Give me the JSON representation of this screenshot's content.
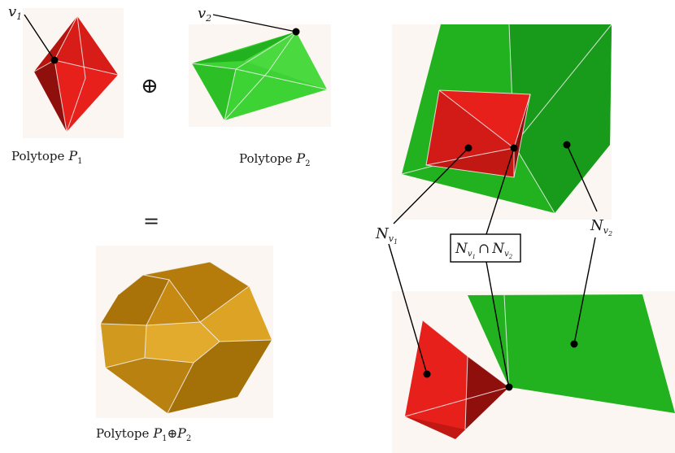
{
  "labels": {
    "v1": "v",
    "v1_sub": "1",
    "v2": "v",
    "v2_sub": "2",
    "oplus": "⊕",
    "equals": "=",
    "poly1_word": "Polytope",
    "poly1_sym": "P",
    "poly1_sub": "1",
    "poly2_word": "Polytope",
    "poly2_sym": "P",
    "poly2_sub": "2",
    "sum_word": "Polytope",
    "sum_sym1": "P",
    "sum_sub1": "1",
    "sum_op": "⊕",
    "sum_sym2": "P",
    "sum_sub2": "2",
    "nv1": "N",
    "nv1_sub": "v",
    "nv1_subsub": "1",
    "nv2": "N",
    "nv2_sub": "v",
    "nv2_subsub": "2",
    "box_n1": "N",
    "box_n1_sub": "v",
    "box_n1_subsub": "1",
    "box_cap": "∩",
    "box_n2": "N",
    "box_n2_sub": "v",
    "box_n2_subsub": "2"
  },
  "colors": {
    "red_light": "#e8201c",
    "red_mid": "#c21813",
    "red_dark": "#8e0f0c",
    "green_light": "#3ed334",
    "green_mid": "#22b21f",
    "green_dark": "#14921a",
    "gold_light": "#dca325",
    "gold_mid": "#c68a12",
    "gold_dark": "#9c6a0a",
    "panel_bg": "#fbf6f1"
  }
}
